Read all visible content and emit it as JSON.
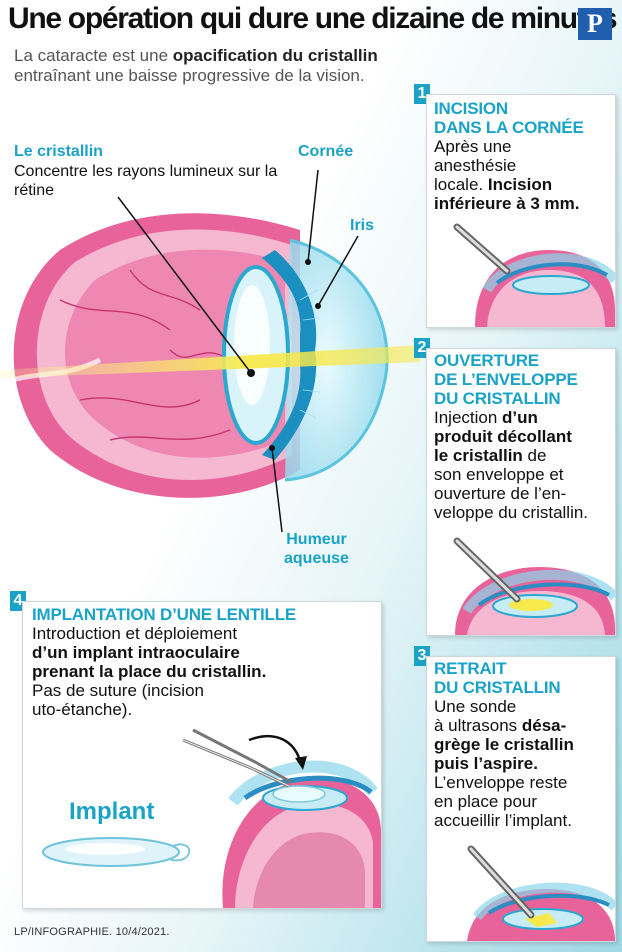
{
  "title": "Une opération qui dure une dizaine de minutes",
  "logo": "P",
  "intro": {
    "pre": "La cataracte est une ",
    "bold": "opacification du cristallin",
    "post": " entraînant une baisse progressive de la vision."
  },
  "labels": {
    "cristallin_title": "Le cristallin",
    "cristallin_desc": "Concentre les rayons lumineux sur la rétine",
    "cornee": "Cornée",
    "iris": "Iris",
    "humeur_line1": "Humeur",
    "humeur_line2": "aqueuse"
  },
  "steps": [
    {
      "number": "1",
      "title_line1": "INCISION",
      "title_line2": "DANS LA CORNÉE",
      "t1": "Après une",
      "t2": "anesthésie",
      "t3": "locale. ",
      "t3b": "Incision",
      "t4b": "inférieure à 3 mm."
    },
    {
      "number": "2",
      "title_line1": "OUVERTURE",
      "title_line2": "DE L’ENVELOPPE",
      "title_line3": "DU CRISTALLIN",
      "t1": "Injection ",
      "t1b": "d’un",
      "t2b": "produit décollant",
      "t3b": "le cristallin",
      "t3": " de",
      "t4": "son enveloppe et",
      "t5": "ouverture de l’en-",
      "t6": "veloppe du cristallin."
    },
    {
      "number": "3",
      "title_line1": "RETRAIT",
      "title_line2": "DU CRISTALLIN",
      "t1": "Une sonde",
      "t2": "à ultrasons ",
      "t2b": "désa-",
      "t3b": "grège le cristallin",
      "t4b": "puis l’aspire.",
      "t5": "L’enveloppe reste",
      "t6": "en place pour",
      "t7": "accueillir l’implant."
    },
    {
      "number": "4",
      "title": "IMPLANTATION D’UNE LENTILLE",
      "t1": "Introduction et déploiement",
      "t2b": "d’un implant intraoculaire",
      "t3b": "prenant la place du cristallin.",
      "t4": "Pas de suture (incision",
      "t5": "uto-étanche).",
      "implant_label": "Implant"
    }
  ],
  "credit": "LP/INFOGRAPHIE.  10/4/2021.",
  "colors": {
    "accent": "#1aa3c6",
    "pink": "#e8639a",
    "light_pink": "#f6b8d0",
    "yellow": "#f7e94a"
  },
  "icons": [
    "eye-cross-section",
    "surgical-tool",
    "eye-surgery-detail",
    "lens-implant",
    "curved-arrow"
  ]
}
